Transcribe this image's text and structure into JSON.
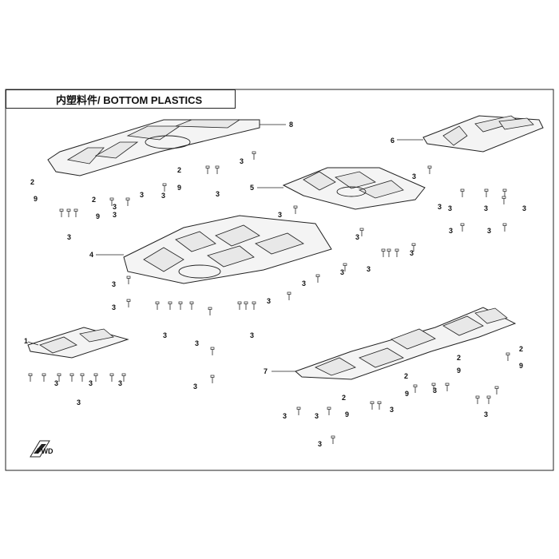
{
  "title": "内塑料件/ BOTTOM PLASTICS",
  "callouts": {
    "c1": "1",
    "c2": "2",
    "c3": "3",
    "c4": "4",
    "c5": "5",
    "c6": "6",
    "c7": "7",
    "c8": "8",
    "c9": "9"
  },
  "corner_badge": "FWD"
}
